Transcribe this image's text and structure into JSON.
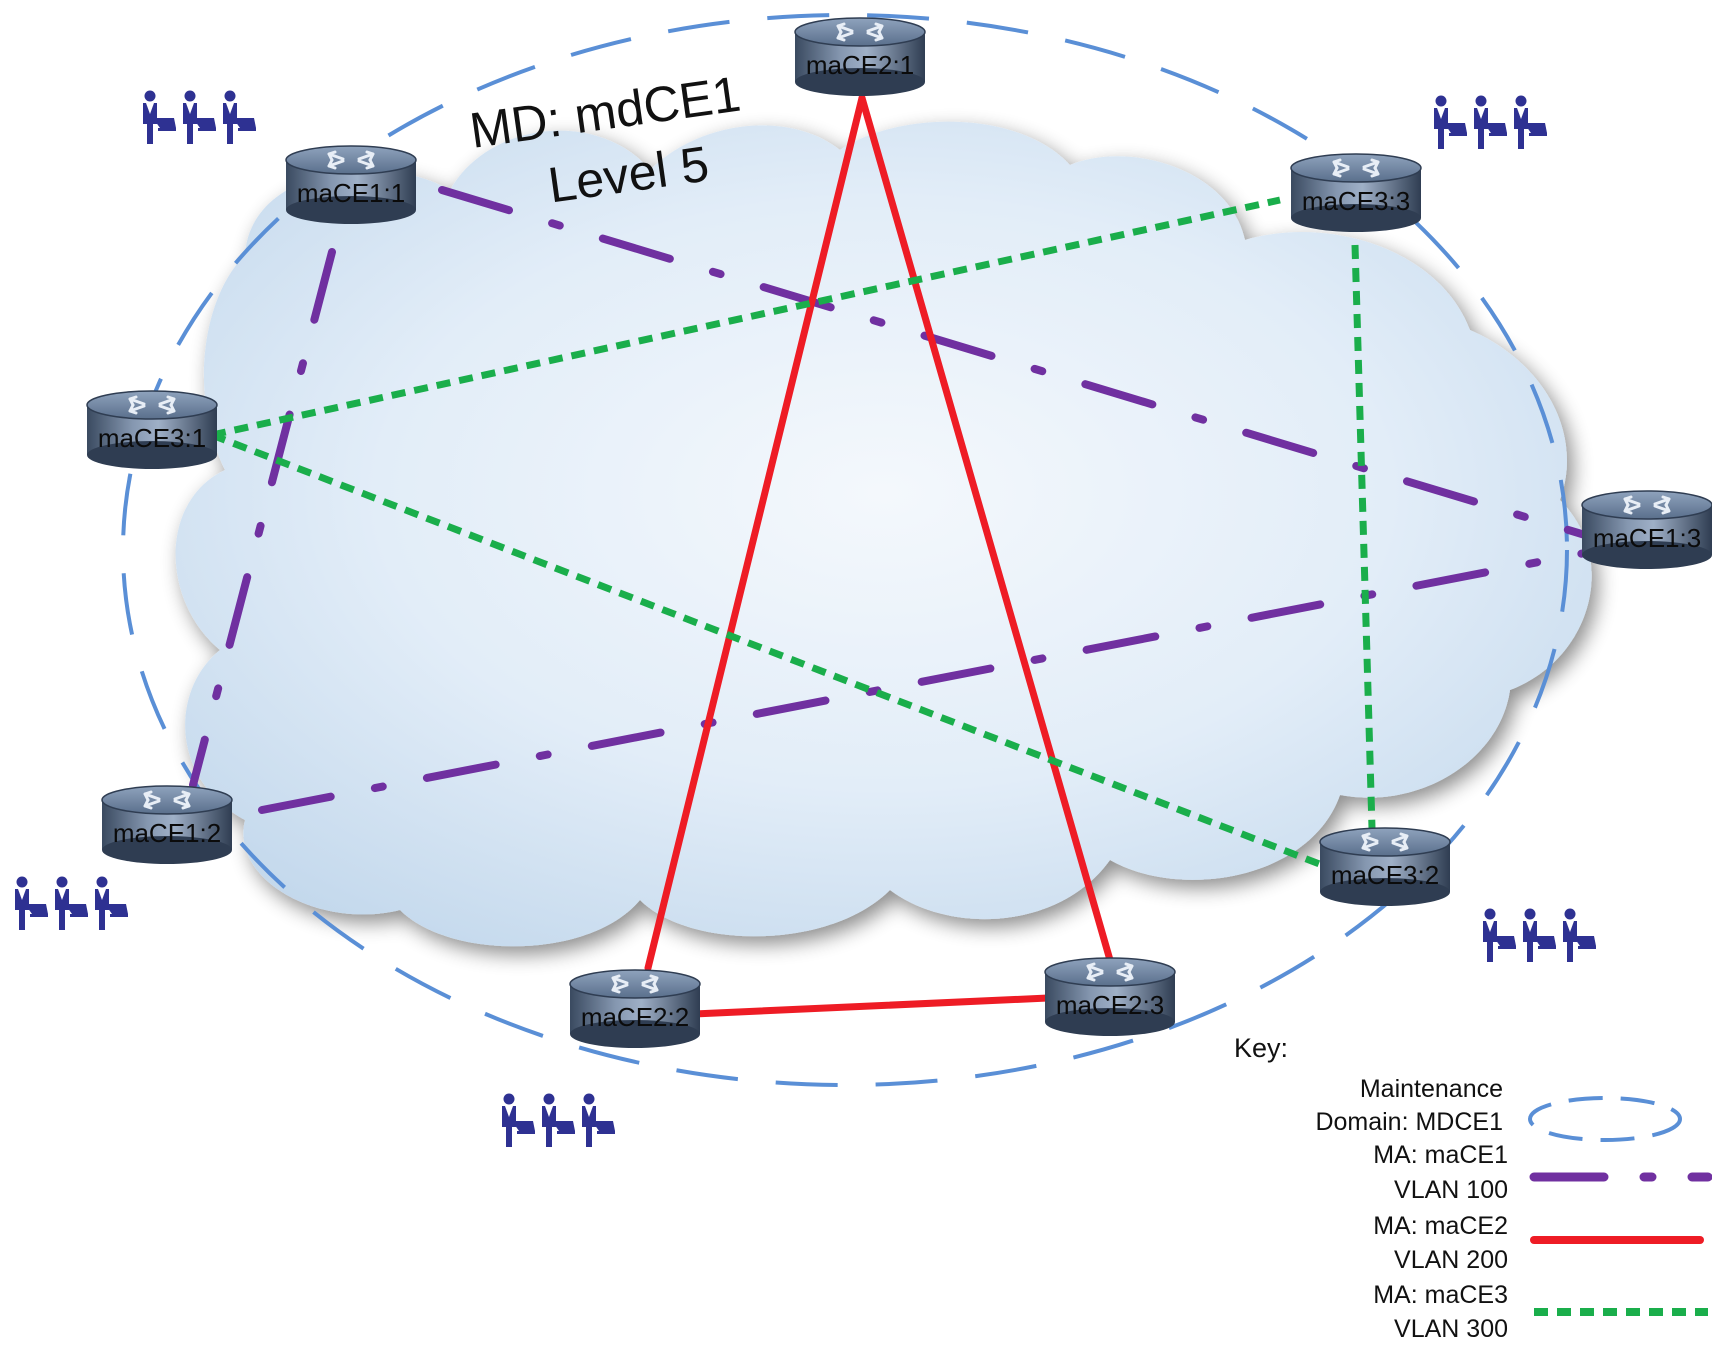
{
  "diagram": {
    "domain_title_line1": "MD: mdCE1",
    "domain_title_line2": "Level 5",
    "routers": [
      {
        "id": "r11",
        "label": "maCE1:1"
      },
      {
        "id": "r12",
        "label": "maCE1:2"
      },
      {
        "id": "r13",
        "label": "maCE1:3"
      },
      {
        "id": "r21",
        "label": "maCE2:1"
      },
      {
        "id": "r22",
        "label": "maCE2:2"
      },
      {
        "id": "r23",
        "label": "maCE2:3"
      },
      {
        "id": "r31",
        "label": "maCE3:1"
      },
      {
        "id": "r32",
        "label": "maCE3:2"
      },
      {
        "id": "r33",
        "label": "maCE3:3"
      }
    ],
    "links": [
      {
        "ma": "maCE1",
        "from": "maCE1:1",
        "to": "maCE1:3"
      },
      {
        "ma": "maCE1",
        "from": "maCE1:1",
        "to": "maCE1:2"
      },
      {
        "ma": "maCE1",
        "from": "maCE1:2",
        "to": "maCE1:3"
      },
      {
        "ma": "maCE2",
        "from": "maCE2:1",
        "to": "maCE2:2"
      },
      {
        "ma": "maCE2",
        "from": "maCE2:1",
        "to": "maCE2:3"
      },
      {
        "ma": "maCE2",
        "from": "maCE2:2",
        "to": "maCE2:3"
      },
      {
        "ma": "maCE3",
        "from": "maCE3:1",
        "to": "maCE3:3"
      },
      {
        "ma": "maCE3",
        "from": "maCE3:1",
        "to": "maCE3:2"
      },
      {
        "ma": "maCE3",
        "from": "maCE3:3",
        "to": "maCE3:2"
      }
    ],
    "user_groups": 5,
    "colors": {
      "domain": "#5a8fd6",
      "maCE1": "#7030a0",
      "maCE2": "#ee1c25",
      "maCE3": "#1aae4b",
      "cloud": "#d6e6f4",
      "router_body": "#566a85",
      "users": "#2e3192"
    }
  },
  "key": {
    "title": "Key:",
    "items": [
      {
        "line1": "Maintenance",
        "line2": "Domain: MDCE1",
        "style": "domain"
      },
      {
        "line1": "MA: maCE1",
        "line2": "VLAN 100",
        "style": "maCE1"
      },
      {
        "line1": "MA: maCE2",
        "line2": "VLAN 200",
        "style": "maCE2"
      },
      {
        "line1": "MA: maCE3",
        "line2": "VLAN 300",
        "style": "maCE3"
      }
    ]
  }
}
